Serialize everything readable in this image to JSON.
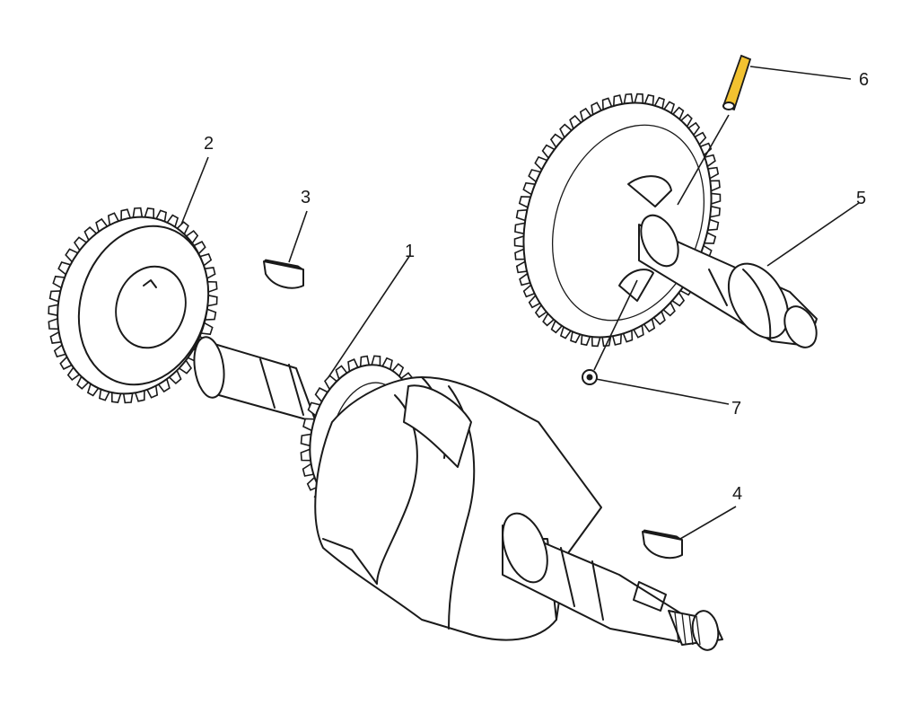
{
  "diagram": {
    "callouts": [
      {
        "id": "1",
        "label": "1"
      },
      {
        "id": "2",
        "label": "2"
      },
      {
        "id": "3",
        "label": "3"
      },
      {
        "id": "4",
        "label": "4"
      },
      {
        "id": "5",
        "label": "5"
      },
      {
        "id": "6",
        "label": "6"
      },
      {
        "id": "7",
        "label": "7"
      }
    ],
    "highlight_color": "#f2c230"
  }
}
